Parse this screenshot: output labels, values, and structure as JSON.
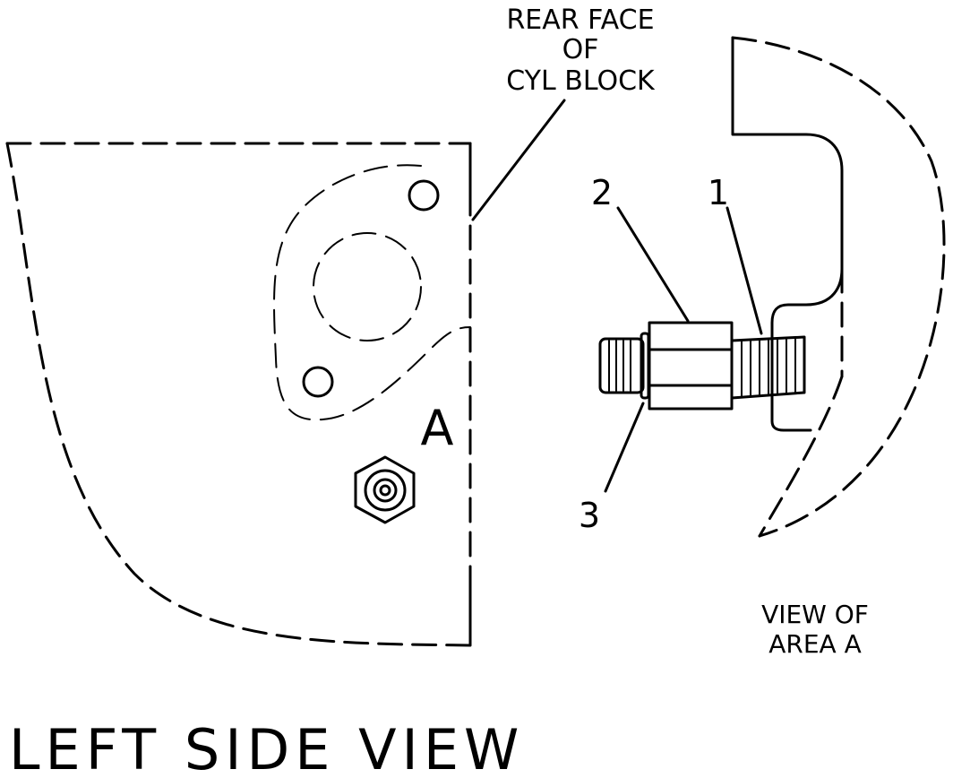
{
  "labels": {
    "rear_face_line1": "REAR FACE",
    "rear_face_line2": "OF",
    "rear_face_line3": "CYL BLOCK",
    "area_marker": "A",
    "callout_1": "1",
    "callout_2": "2",
    "callout_3": "3",
    "view_of_line1": "VIEW OF",
    "view_of_line2": "AREA A",
    "main_title": "LEFT SIDE VIEW"
  },
  "colors": {
    "ink": "#000000",
    "paper": "#ffffff"
  }
}
